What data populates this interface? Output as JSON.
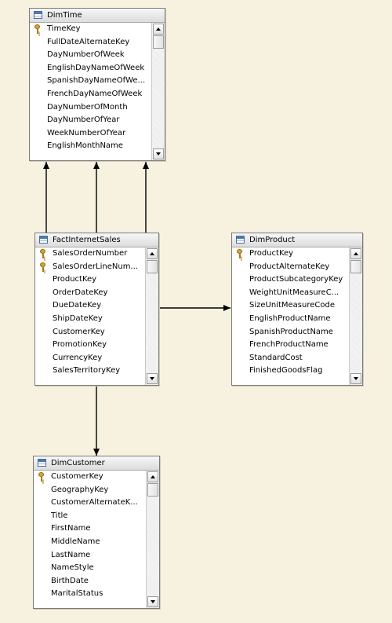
{
  "tables": [
    {
      "id": "dimtime",
      "title": "DimTime",
      "columns": [
        {
          "name": "TimeKey",
          "key": true
        },
        {
          "name": "FullDateAlternateKey",
          "key": false
        },
        {
          "name": "DayNumberOfWeek",
          "key": false
        },
        {
          "name": "EnglishDayNameOfWeek",
          "key": false
        },
        {
          "name": "SpanishDayNameOfWe...",
          "key": false
        },
        {
          "name": "FrenchDayNameOfWeek",
          "key": false
        },
        {
          "name": "DayNumberOfMonth",
          "key": false
        },
        {
          "name": "DayNumberOfYear",
          "key": false
        },
        {
          "name": "WeekNumberOfYear",
          "key": false
        },
        {
          "name": "EnglishMonthName",
          "key": false
        }
      ]
    },
    {
      "id": "factinternetsales",
      "title": "FactInternetSales",
      "columns": [
        {
          "name": "SalesOrderNumber",
          "key": true
        },
        {
          "name": "SalesOrderLineNum...",
          "key": true
        },
        {
          "name": "ProductKey",
          "key": false
        },
        {
          "name": "OrderDateKey",
          "key": false
        },
        {
          "name": "DueDateKey",
          "key": false
        },
        {
          "name": "ShipDateKey",
          "key": false
        },
        {
          "name": "CustomerKey",
          "key": false
        },
        {
          "name": "PromotionKey",
          "key": false
        },
        {
          "name": "CurrencyKey",
          "key": false
        },
        {
          "name": "SalesTerritoryKey",
          "key": false
        }
      ]
    },
    {
      "id": "dimproduct",
      "title": "DimProduct",
      "columns": [
        {
          "name": "ProductKey",
          "key": true
        },
        {
          "name": "ProductAlternateKey",
          "key": false
        },
        {
          "name": "ProductSubcategoryKey",
          "key": false
        },
        {
          "name": "WeightUnitMeasureC...",
          "key": false
        },
        {
          "name": "SizeUnitMeasureCode",
          "key": false
        },
        {
          "name": "EnglishProductName",
          "key": false
        },
        {
          "name": "SpanishProductName",
          "key": false
        },
        {
          "name": "FrenchProductName",
          "key": false
        },
        {
          "name": "StandardCost",
          "key": false
        },
        {
          "name": "FinishedGoodsFlag",
          "key": false
        }
      ]
    },
    {
      "id": "dimcustomer",
      "title": "DimCustomer",
      "columns": [
        {
          "name": "CustomerKey",
          "key": true
        },
        {
          "name": "GeographyKey",
          "key": false
        },
        {
          "name": "CustomerAlternateK...",
          "key": false
        },
        {
          "name": "Title",
          "key": false
        },
        {
          "name": "FirstName",
          "key": false
        },
        {
          "name": "MiddleName",
          "key": false
        },
        {
          "name": "LastName",
          "key": false
        },
        {
          "name": "NameStyle",
          "key": false
        },
        {
          "name": "BirthDate",
          "key": false
        },
        {
          "name": "MaritalStatus",
          "key": false
        }
      ]
    }
  ],
  "relationships": [
    {
      "from": "factinternetsales",
      "to": "dimtime"
    },
    {
      "from": "factinternetsales",
      "to": "dimtime"
    },
    {
      "from": "factinternetsales",
      "to": "dimtime"
    },
    {
      "from": "factinternetsales",
      "to": "dimproduct"
    },
    {
      "from": "factinternetsales",
      "to": "dimcustomer"
    }
  ],
  "colors": {
    "background": "#f6f2df",
    "connector": "#000000",
    "key_icon": "#d8a628"
  }
}
